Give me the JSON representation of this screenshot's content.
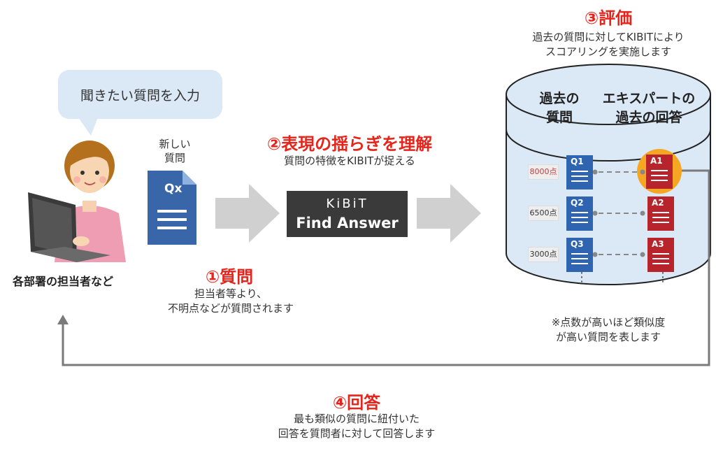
{
  "step1": {
    "title": "①質問",
    "desc": [
      "担当者等より、",
      "不明点などが質問されます"
    ]
  },
  "step2": {
    "title": "②表現の揺らぎを理解",
    "desc": "質問の特徴をKIBITが捉える"
  },
  "step3": {
    "title": "③評価",
    "desc": [
      "過去の質問に対してKIBITにより",
      "スコアリングを実施します"
    ]
  },
  "step4": {
    "title": "④回答",
    "desc": [
      "最も類似の質問に紐付いた",
      "回答を質問者に対して回答します"
    ]
  },
  "bubble": {
    "text": "聞きたい質問を入力"
  },
  "user": {
    "label": "各部署の担当者など"
  },
  "new_question": {
    "label": [
      "新しい",
      "質問"
    ],
    "doc_label": "Qx"
  },
  "kibit": {
    "logo": "KiBiT",
    "product": "Find Answer"
  },
  "database": {
    "header_left": [
      "過去の",
      "質問"
    ],
    "header_right": [
      "エキスパートの",
      "過去の回答"
    ],
    "rows": [
      {
        "score": "8000点",
        "q": "Q1",
        "a": "A1",
        "highlight": true
      },
      {
        "score": "6500点",
        "q": "Q2",
        "a": "A2",
        "highlight": false
      },
      {
        "score": "3000点",
        "q": "Q3",
        "a": "A3",
        "highlight": false
      }
    ],
    "ellipsis": "⋮"
  },
  "note": [
    "※点数が高いほど類似度",
    "が高い質問を表します"
  ],
  "colors": {
    "accent": "#e5241c",
    "question_doc": "#2f64b0",
    "answer_doc": "#b8242b",
    "db_fill": "#dbe8f6",
    "arrow": "#d0d0d0",
    "flow_line": "#7a7a7a",
    "highlight": "#f5a623"
  }
}
